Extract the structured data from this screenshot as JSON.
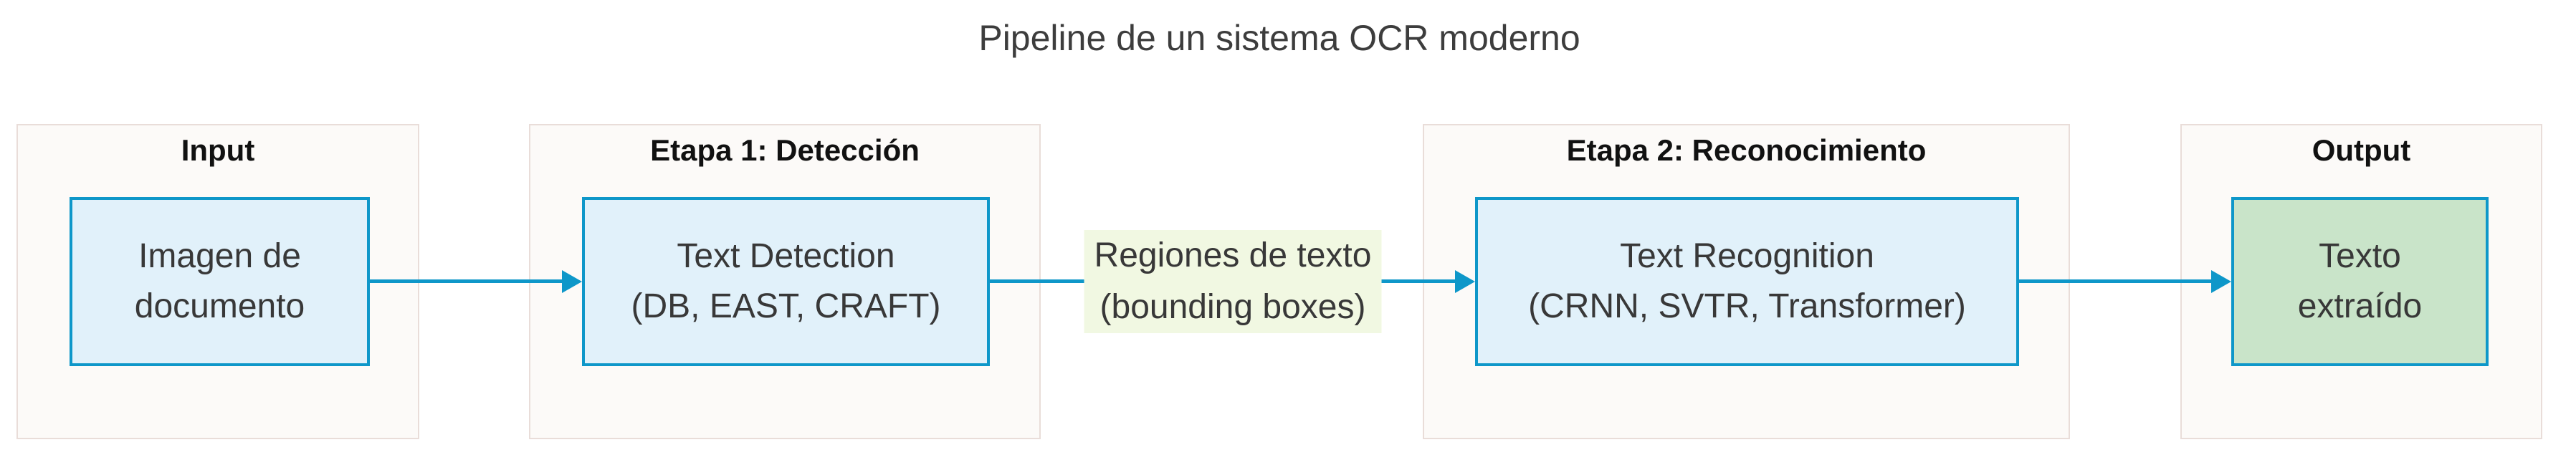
{
  "diagram": {
    "title": "Pipeline de un sistema OCR moderno",
    "clusters": [
      {
        "label": "Input",
        "node": {
          "lines": [
            "Imagen de",
            "documento"
          ],
          "fill": "#e1f1fa"
        }
      },
      {
        "label": "Etapa 1: Detección",
        "node": {
          "lines": [
            "Text Detection",
            "(DB, EAST, CRAFT)"
          ],
          "fill": "#e1f1fa"
        }
      },
      {
        "label": "Etapa 2: Reconocimiento",
        "node": {
          "lines": [
            "Text Recognition",
            "(CRNN, SVTR, Transformer)"
          ],
          "fill": "#e1f1fa"
        }
      },
      {
        "label": "Output",
        "node": {
          "lines": [
            "Texto",
            "extraído"
          ],
          "fill": "#c9e4c9"
        }
      }
    ],
    "edges": [
      {
        "from": "Imagen de documento",
        "to": "Text Detection"
      },
      {
        "from": "Text Detection",
        "to": "Text Recognition",
        "label_lines": [
          "Regiones de texto",
          "(bounding boxes)"
        ]
      },
      {
        "from": "Text Recognition",
        "to": "Texto extraído"
      }
    ],
    "colors": {
      "edge_blue": "#0e97c9",
      "node_border": "#0e97c9",
      "node_fill_blue": "#e1f1fa",
      "node_fill_green": "#c9e4c9",
      "cluster_fill": "#fcfaf8",
      "cluster_border": "#e9ddd9",
      "edge_label_bg": "#f1f8e2",
      "node_text": "#383838",
      "cluster_title_text": "#111111",
      "title_text": "#3d3d3d",
      "background": "#ffffff"
    }
  }
}
